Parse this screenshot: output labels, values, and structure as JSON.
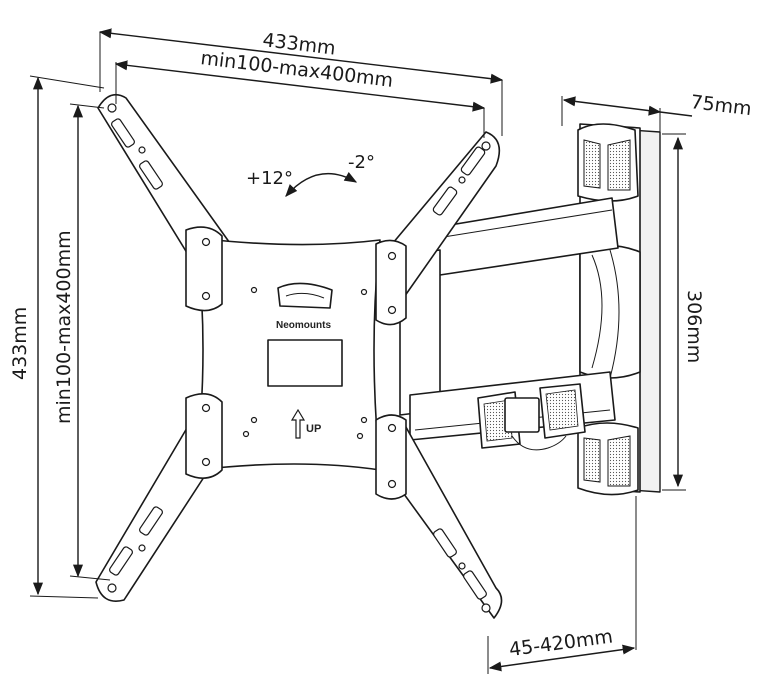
{
  "dimensions": {
    "overall_width": "433mm",
    "vesa_width": "min100-max400mm",
    "overall_height": "433mm",
    "vesa_height": "min100-max400mm",
    "depth_wall": "75mm",
    "wall_plate_height": "306mm",
    "arm_extension": "45-420mm"
  },
  "tilt": {
    "up": "+12°",
    "down": "-2°"
  },
  "plate": {
    "brand": "Neomounts",
    "up_label": "UP"
  }
}
